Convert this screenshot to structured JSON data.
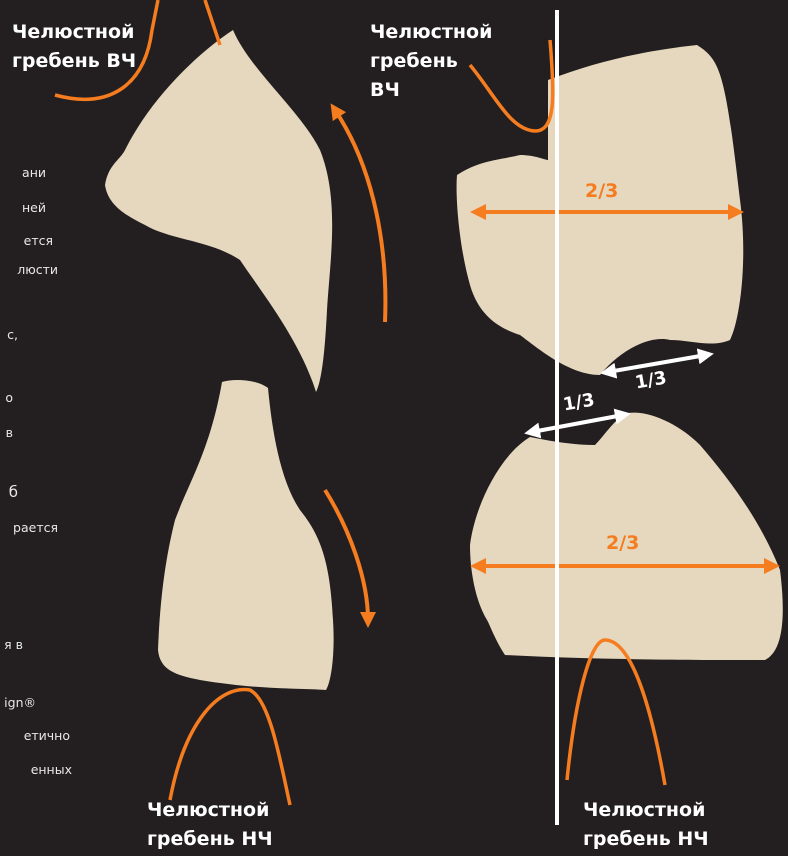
{
  "labels": {
    "top_left": "Челюстной\nгребень ВЧ",
    "top_right": "Челюстной\nгребень\nВЧ",
    "bottom_left": "Челюстной\nгребень НЧ",
    "bottom_right": "Челюстной\nгребень НЧ"
  },
  "fractions": {
    "upper_width": "2/3",
    "lower_width": "2/3",
    "upper_contact": "1/3",
    "lower_contact": "1/3"
  },
  "side_text": [
    "ани",
    "ней",
    "ется",
    "люсти",
    "с,",
    "о",
    "в",
    "б",
    "рается",
    "я в",
    "ign®",
    "етично",
    "енных"
  ],
  "colors": {
    "accent": "#f57c1f",
    "tooth": "#e6d8bf",
    "background": "#231f20",
    "line": "#ffffff"
  }
}
